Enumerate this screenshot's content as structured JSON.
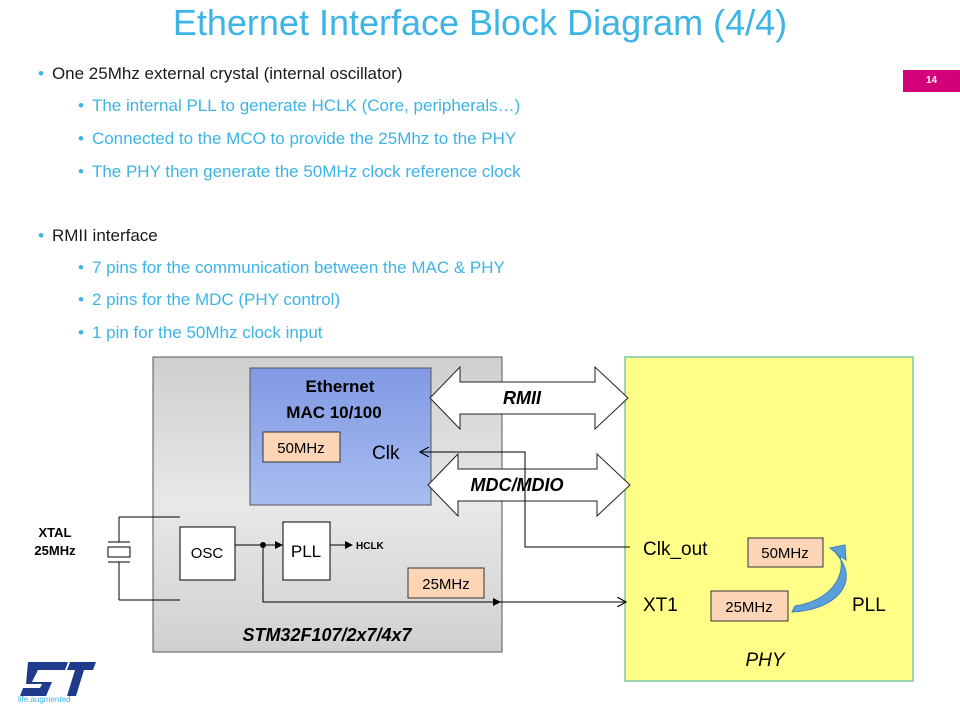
{
  "title": "Ethernet Interface Block Diagram (4/4)",
  "page_number": "14",
  "bullets": [
    {
      "level": 1,
      "text": "One 25Mhz external crystal (internal oscillator)"
    },
    {
      "level": 2,
      "text": "The internal PLL to generate HCLK (Core, peripherals…)"
    },
    {
      "level": 2,
      "text": "Connected to the MCO to provide the 25Mhz to the PHY"
    },
    {
      "level": 2,
      "text": "The PHY then generate the 50MHz clock reference clock"
    },
    {
      "level": 1,
      "text": "RMII interface"
    },
    {
      "level": 2,
      "text": "7 pins for the communication between the MAC & PHY"
    },
    {
      "level": 2,
      "text": "2 pins for the MDC (PHY control)"
    },
    {
      "level": 2,
      "text": "1 pin for the 50Mhz clock input"
    }
  ],
  "diagram": {
    "mac_line1": "Ethernet",
    "mac_line2": "MAC 10/100",
    "mac_clock": "50MHz",
    "clk_label": "Clk",
    "rmii_label": "RMII",
    "mdc_label": "MDC/MDIO",
    "xtal_line1": "XTAL",
    "xtal_line2": "25MHz",
    "osc_label": "OSC",
    "pll_label": "PLL",
    "hclk_label": "HCLK",
    "mco_clock": "25MHz",
    "mcu_name": "STM32F107/2x7/4x7",
    "clk_out_label": "Clk_out",
    "phy_out_clock": "50MHz",
    "xt1_label": "XT1",
    "phy_in_clock": "25MHz",
    "phy_pll_label": "PLL",
    "phy_label": "PHY"
  },
  "logo": {
    "text": "life.augmented",
    "mark": "ST"
  },
  "colors": {
    "title_blue": "#3cb4e5",
    "badge_magenta": "#d4007a",
    "mcu_gray": "#d9d9d9",
    "mac_blue": "#8fa9e8",
    "phy_yellow": "#ffff88",
    "clock_orange": "#fbd5b5"
  }
}
